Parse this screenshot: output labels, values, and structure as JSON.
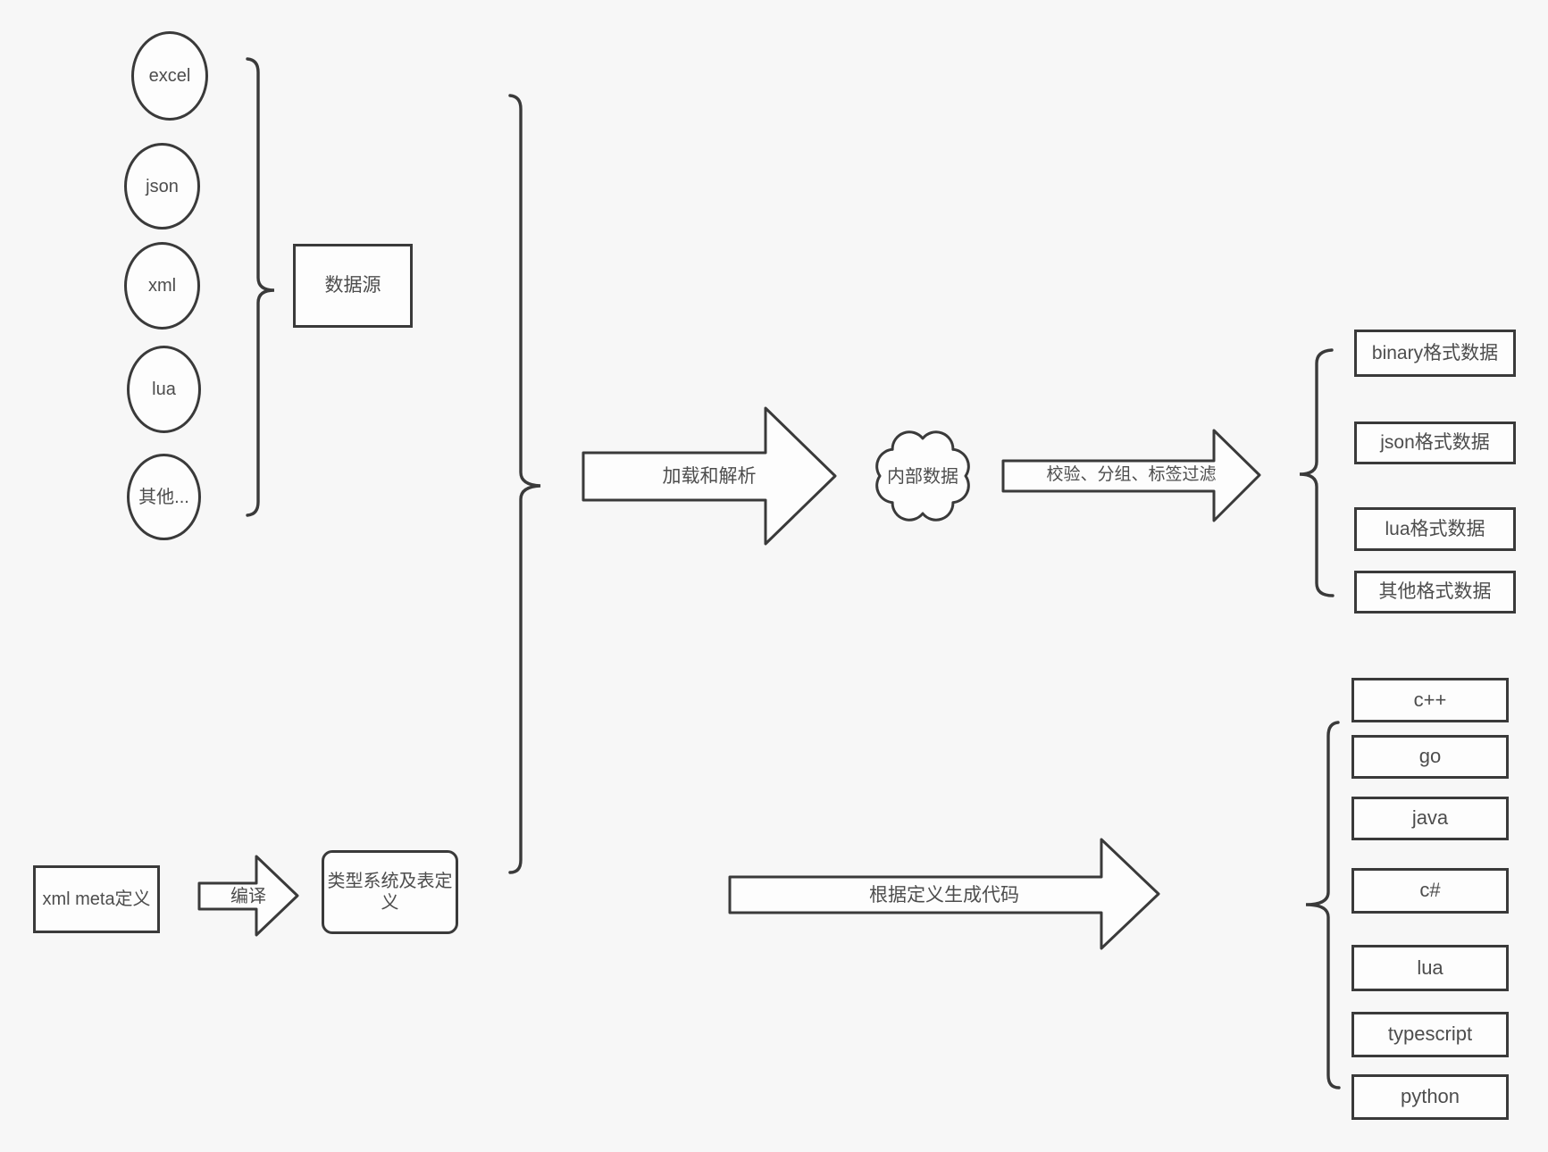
{
  "canvas": {
    "background": "#f7f7f7",
    "stroke_color": "#3a3a3a",
    "text_color": "#4d4d4d"
  },
  "sources": {
    "nodes": [
      "excel",
      "json",
      "xml",
      "lua",
      "其他..."
    ],
    "group_box": "数据源"
  },
  "pipeline": {
    "load_parse_arrow": "加载和解析",
    "internal_data_cloud": "内部数据",
    "filter_arrow": "校验、分组、标签过滤"
  },
  "formats": [
    "binary格式数据",
    "json格式数据",
    "lua格式数据",
    "其他格式数据"
  ],
  "definition": {
    "xml_meta_box": "xml meta定义",
    "compile_arrow": "编译",
    "type_system_box": "类型系统及表定义",
    "codegen_arrow": "根据定义生成代码"
  },
  "languages": [
    "c++",
    "go",
    "java",
    "c#",
    "lua",
    "typescript",
    "python"
  ]
}
